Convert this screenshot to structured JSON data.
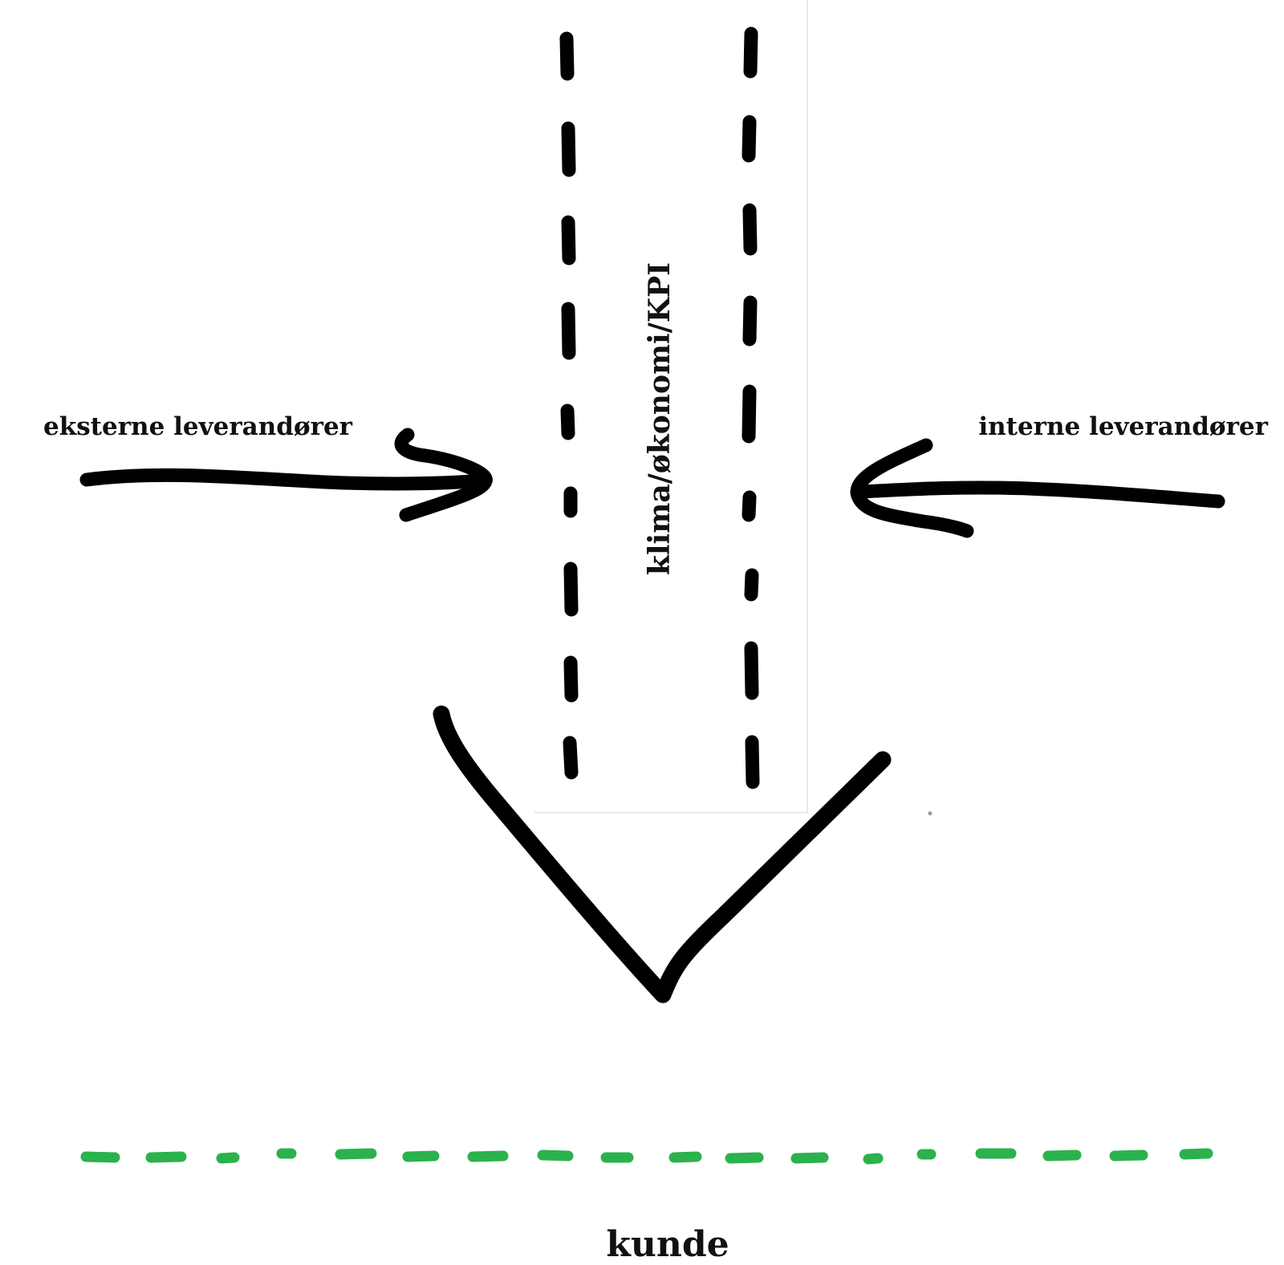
{
  "labels": {
    "left": "eksterne leverandører",
    "right": "interne leverandører",
    "center": "klima/økonomi/KPI",
    "bottom": "kunde"
  },
  "colors": {
    "ink": "#000000",
    "green_dashes": "#2bb24c",
    "panel_border": "#e4e4e4"
  }
}
